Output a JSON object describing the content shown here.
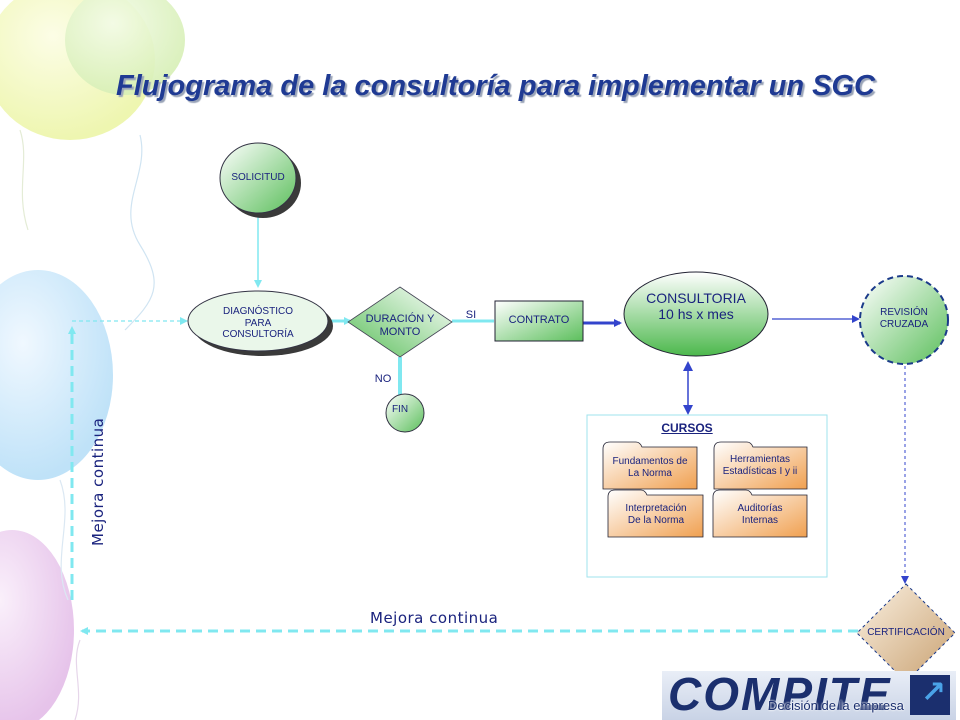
{
  "title": "Flujograma de la consultoría para implementar un SGC",
  "nodes": {
    "solicitud": "SOLICITUD",
    "diagnostico": [
      "DIAGNÓSTICO",
      "PARA",
      "CONSULTORÍA"
    ],
    "decision": [
      "DURACIÓN Y",
      "MONTO"
    ],
    "contrato": "CONTRATO",
    "consultoria": [
      "CONSULTORIA",
      "10 hs x mes"
    ],
    "revision": [
      "REVISIÓN",
      "CRUZADA"
    ],
    "fin": "FIN",
    "certificacion": "CERTIFICACIÓN"
  },
  "branches": {
    "yes": "SI",
    "no": "NO"
  },
  "cursos": {
    "title": "CURSOS",
    "items": [
      [
        "Fundamentos de",
        "La Norma"
      ],
      [
        "Herramientas",
        "Estadísticas I y ii"
      ],
      [
        "Interpretación",
        "De la Norma"
      ],
      [
        "Auditorías",
        "Internas"
      ]
    ]
  },
  "loop": {
    "horizontal_label": "Mejora continua",
    "vertical_label": "Mejora continua"
  },
  "logo": {
    "brand": "COMPITE",
    "tagline": "Decisión de la empresa"
  },
  "colors": {
    "title": "#1f3a93",
    "node_text": "#1a237e",
    "green_node": "#5cbf5c",
    "orange_folder": "#f0a050",
    "arrow_cyan": "#80e8f0",
    "arrow_blue": "#3344cc",
    "certificacion": "#c8a070"
  }
}
